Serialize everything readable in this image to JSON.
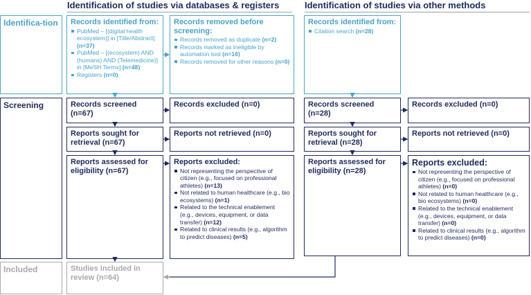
{
  "headers": {
    "left": "Identification of studies via databases & registers",
    "right": "Identification of studies via other methods"
  },
  "phases": {
    "identification": "Identifica-tion",
    "screening": "Screening",
    "included": "Included"
  },
  "db": {
    "identified": {
      "title": "Records identified from:",
      "items": [
        {
          "text": "PubMed – [(digital health ecosystem)] in [Title/Abstract] ",
          "count": "(n=37)"
        },
        {
          "text": "PubMed – [(ecosystem) AND (humans) AND (Telemedicine)] in [MeSH Terms] ",
          "count": "(n=48)"
        },
        {
          "text": "Registers ",
          "count": "(n=0)"
        }
      ]
    },
    "removed": {
      "title": "Records removed before screening:",
      "items": [
        {
          "text": "Records removed as duplicate ",
          "count": "(n=2)"
        },
        {
          "text": "Records marked as ineligible by automation tool ",
          "count": "(n=16)"
        },
        {
          "text": "Records removed for other reasons ",
          "count": "(n=0)"
        }
      ]
    },
    "screened": "Records screened (n=67)",
    "excluded": "Records excluded (n=0)",
    "sought": "Reports sought for retrieval (n=67)",
    "not_retrieved": "Reports not retrieved (n=0)",
    "assessed": "Reports assessed for eligibility (n=67)",
    "reports_excluded": {
      "title": "Reports excluded:",
      "items": [
        {
          "text": "Not representing the perspective of citizen (e.g., focused on professional athletes) ",
          "count": "(n=13)"
        },
        {
          "text": "Not related to human healthcare (e.g., bio ecosystems) ",
          "count": "(n=1)"
        },
        {
          "text": "Related to the technical enablement (e.g., devices, equipment, or data transfer) ",
          "count": "(n=12)"
        },
        {
          "text": "Related to clinical results (e.g., algorithm to predict diseases) ",
          "count": "(n=5)"
        }
      ]
    },
    "included": "Studies included in review (n=64)"
  },
  "other": {
    "identified": {
      "title": "Records identified from:",
      "items": [
        {
          "text": "Citation search ",
          "count": "(n=28)"
        }
      ]
    },
    "screened": "Records screened (n=28)",
    "excluded": "Records excluded (n=0)",
    "sought": "Reports sought for retrieval (n=28)",
    "not_retrieved": "Reports not retrieved (n=0)",
    "assessed": "Reports assessed for eligibility (n=28)",
    "reports_excluded": {
      "title": "Reports excluded:",
      "items": [
        {
          "text": "Not representing the perspective of citizen (e.g., focused on professional athletes) ",
          "count": "(n=0)"
        },
        {
          "text": "Not related to human healthcare (e.g., bio ecosystems) ",
          "count": "(n=0)"
        },
        {
          "text": "Related to the technical enablement (e.g., devices, equipment, or data transfer) ",
          "count": "(n=0)"
        },
        {
          "text": "Related to clinical results (e.g., algorithm to predict diseases) ",
          "count": "(n=0)"
        }
      ]
    }
  },
  "colors": {
    "navy": "#1f2a5a",
    "blue": "#4aa3c8",
    "grey": "#a9a9a9"
  }
}
